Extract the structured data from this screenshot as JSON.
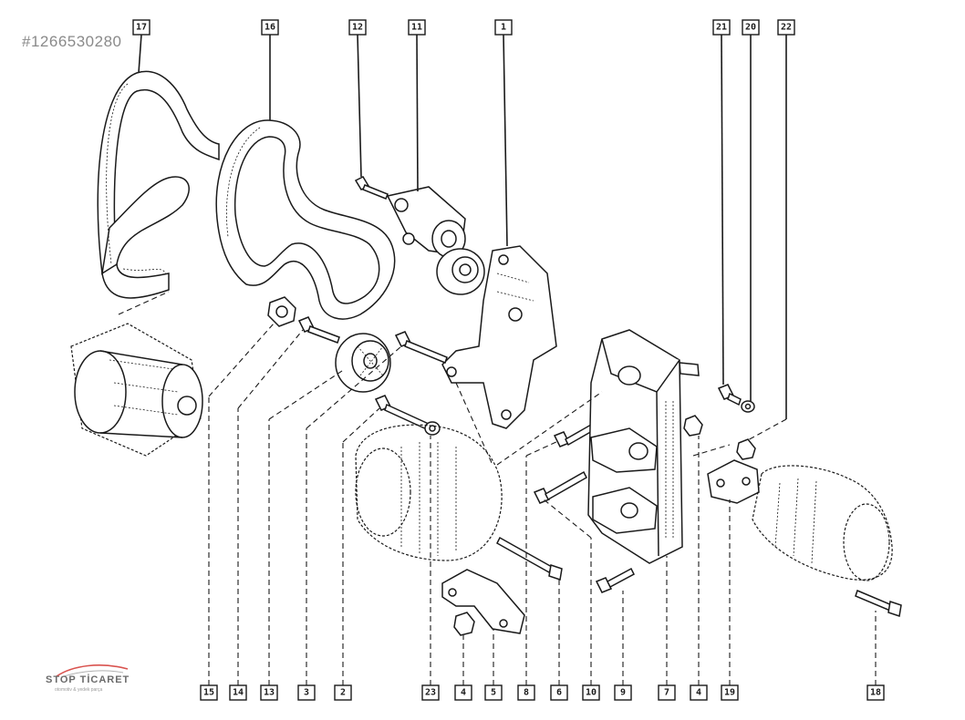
{
  "watermark": "#1266530280",
  "logo": {
    "name": "STOP TİCARET",
    "tagline": "otomotiv & yedek parça"
  },
  "callouts_top": [
    "17",
    "16",
    "12",
    "11",
    "1",
    "21",
    "20",
    "22"
  ],
  "callouts_bottom": [
    "15",
    "14",
    "13",
    "3",
    "2",
    "23",
    "4",
    "5",
    "8",
    "6",
    "10",
    "9",
    "7",
    "4",
    "19",
    "18"
  ]
}
